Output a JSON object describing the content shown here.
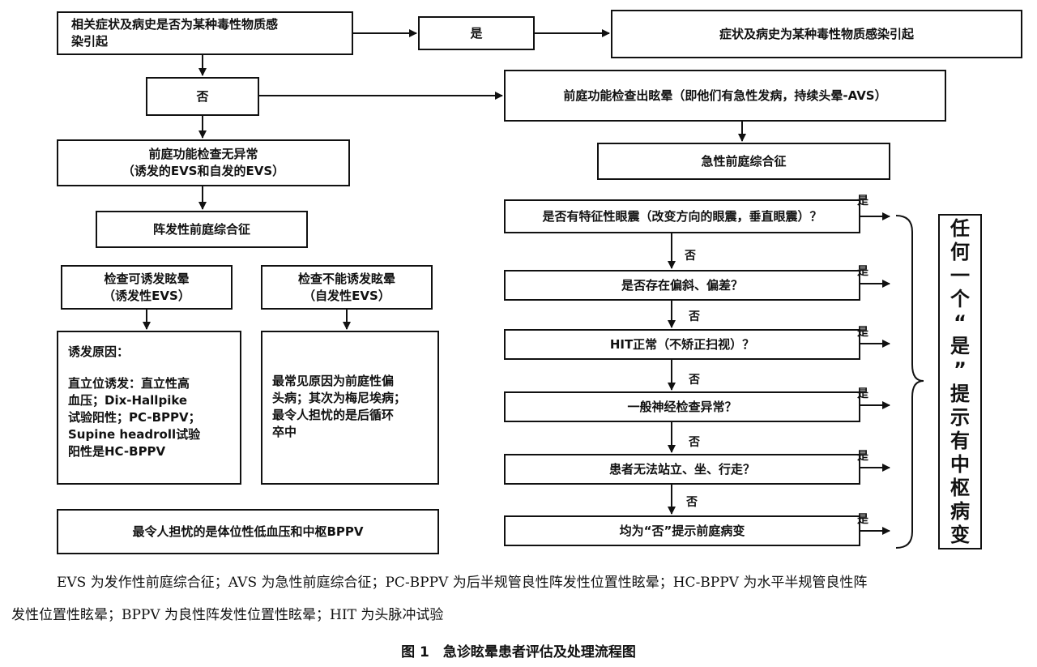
{
  "flow": {
    "top_question": [
      "相关症状及病史是否为某种毒性物质感",
      "染引起"
    ],
    "top_yes": "是",
    "toxic_result": "症状及病史为某种毒性物质感染引起",
    "top_no": "否",
    "avs_check": "前庭功能检查出眩晕（即他们有急性发病，持续头晕-AVS）",
    "normal_check": [
      "前庭功能检查无异常",
      "（诱发的EVS和自发的EVS）"
    ],
    "avs": "急性前庭综合征",
    "eps": "阵发性前庭综合征",
    "triggered": [
      "检查可诱发眩晕",
      "（诱发性EVS）"
    ],
    "spontaneous": [
      "检查不能诱发眩晕",
      "（自发性EVS）"
    ],
    "triggered_causes": {
      "heading": "诱发原因：",
      "lines": [
        "直立位诱发：直立性高",
        "血压；Dix-Hallpike",
        "试验阳性；PC-BPPV；",
        "Supine headroll试验",
        "阳性是HC-BPPV"
      ]
    },
    "spontaneous_causes": [
      "最常见原因为前庭性偏",
      "头病；其次为梅尼埃病；",
      "最令人担忧的是后循环",
      "卒中"
    ],
    "worry": "最令人担忧的是体位性低血压和中枢BPPV",
    "questions": [
      "是否有特征性眼震（改变方向的眼震，垂直眼震）？",
      "是否存在偏斜、偏差？",
      "HIT正常（不矫正扫视）？",
      "一般神经检查异常？",
      "患者无法站立、坐、行走？",
      "均为“否”提示前庭病变"
    ],
    "yes_label": "是",
    "no_label": "否",
    "central_note": [
      "任",
      "何",
      "一",
      "个",
      "“",
      "是",
      "”",
      "提",
      "示",
      "有",
      "中",
      "枢",
      "病",
      "变"
    ]
  },
  "footnote": [
    "EVS 为发作性前庭综合征；AVS 为急性前庭综合征；PC-BPPV 为后半规管良性阵发性位置性眩晕；HC-BPPV 为水平半规管良性阵",
    "发性位置性眩晕；BPPV 为良性阵发性位置性眩晕；HIT 为头脉冲试验"
  ],
  "caption": "图 1　急诊眩晕患者评估及处理流程图"
}
